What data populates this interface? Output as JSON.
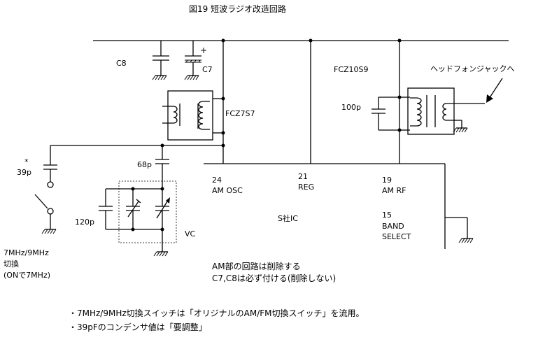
{
  "title": "図19  短波ラジオ改造回路",
  "labels": {
    "c8": "C8",
    "c7": "C7",
    "c7_plus": "+",
    "fcz7s7": "FCZ7S7",
    "fcz10s9": "FCZ10S9",
    "c100p": "100p",
    "headphone": "ヘッドフォンジャックへ",
    "asterisk": "*",
    "c39p": "39p",
    "c68p": "68p",
    "c120p": "120p",
    "vc": "VC",
    "pin24_num": "24",
    "pin24_name": "AM OSC",
    "pin21_num": "21",
    "pin21_name": "REG",
    "pin19_num": "19",
    "pin19_name": "AM RF",
    "pin15_num": "15",
    "pin15_name1": "BAND",
    "pin15_name2": "SELECT",
    "ic": "S社IC",
    "switch_line1": "7MHz/9MHz",
    "switch_line2": "切換",
    "switch_line3": "(ONで7MHz)"
  },
  "notes": {
    "line1": "AM部の回路は削除する",
    "line2": "C7,C8は必ず付ける(削除しない)"
  },
  "footnotes": {
    "line1": "・7MHz/9MHz切換スイッチは「オリジナルのAM/FM切換スイッチ」を流用。",
    "line2": "・39pFのコンデンサ値は「要調整」"
  }
}
